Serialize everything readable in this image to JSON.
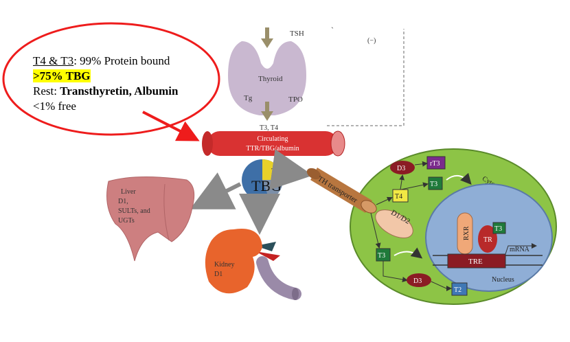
{
  "callout": {
    "line1_prefix": "T4 & T3",
    "line1_suffix": ": 99% Protein bound",
    "line2": ">75% TBG",
    "line3_prefix": "Rest: ",
    "line3_bold": "Transthyretin, Albumin",
    "line4": "<1% free"
  },
  "diagram": {
    "tsh": "TSH",
    "feedback": "(−)",
    "thyroid": "Thyroid",
    "tg": "Tg",
    "tpo": "TPO",
    "t3t4": "T3, T4",
    "circulating_1": "Circulating",
    "circulating_2": "TTR/TBG/albumin",
    "tbg": "TBG",
    "t4": "T4",
    "liver_1": "Liver",
    "liver_2": "D1,",
    "liver_3": "SULTs, and",
    "liver_4": "UGTs",
    "kidney_1": "Kidney",
    "kidney_2": "D1",
    "transporter": "TH transporter",
    "cytoplasm": "Cytoplasm",
    "d3": "D3",
    "rt3": "rT3",
    "t3": "T3",
    "d1d2": "D1/D2",
    "rxr": "RXR",
    "tr": "TR",
    "tre": "TRE",
    "mrna": "mRNA",
    "nucleus": "Nucleus",
    "t2": "T2"
  },
  "colors": {
    "callout_ring": "#ee1c1c",
    "highlight": "#ffff00",
    "thyroid": "#c9b8d0",
    "circulating": "#d93232",
    "cell": "#8dc446",
    "nucleus": "#8faed6",
    "liver": "#cd7f80",
    "kidney": "#e8642c",
    "transporter": "#b8763f",
    "deiodinase": "#8b1c24",
    "t3_box": "#1f7a3a",
    "t4_box": "#f2e844",
    "rt3_box": "#7a2a8c",
    "t2_box": "#3f78b5",
    "d1d2": "#f2c7a8"
  }
}
